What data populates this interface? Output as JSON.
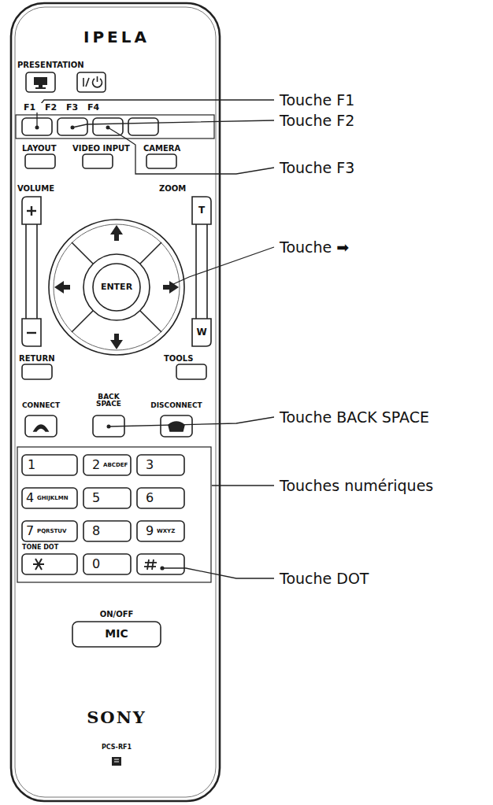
{
  "diagram": {
    "labels": [
      "IPELA",
      "PRESENTATION",
      "F1 F2 F3 F4",
      "LAYOUT",
      "VIDEO INPUT",
      "CAMERA",
      "VOLUME",
      "ZOOM",
      "T",
      "ENTER",
      "W",
      "RETURN",
      "TOOLS",
      "BACK SPACE",
      "CONNECT",
      "DISCONNECT",
      "1",
      "2",
      "ABCDEF",
      "3",
      "4",
      "GHIJKLMN",
      "5",
      "6",
      "7",
      "PQRSTUV",
      "8",
      "9",
      "WXYZ",
      "TONE DOT",
      "0",
      "ON/OFF",
      "MIC",
      "SONY",
      "PCS-RF1",
      "Touche F1",
      "Touche F2",
      "Touche F3",
      "Touche ➡",
      "Touche BACK SPACE",
      "Touches numériques",
      "Touche DOT"
    ]
  }
}
